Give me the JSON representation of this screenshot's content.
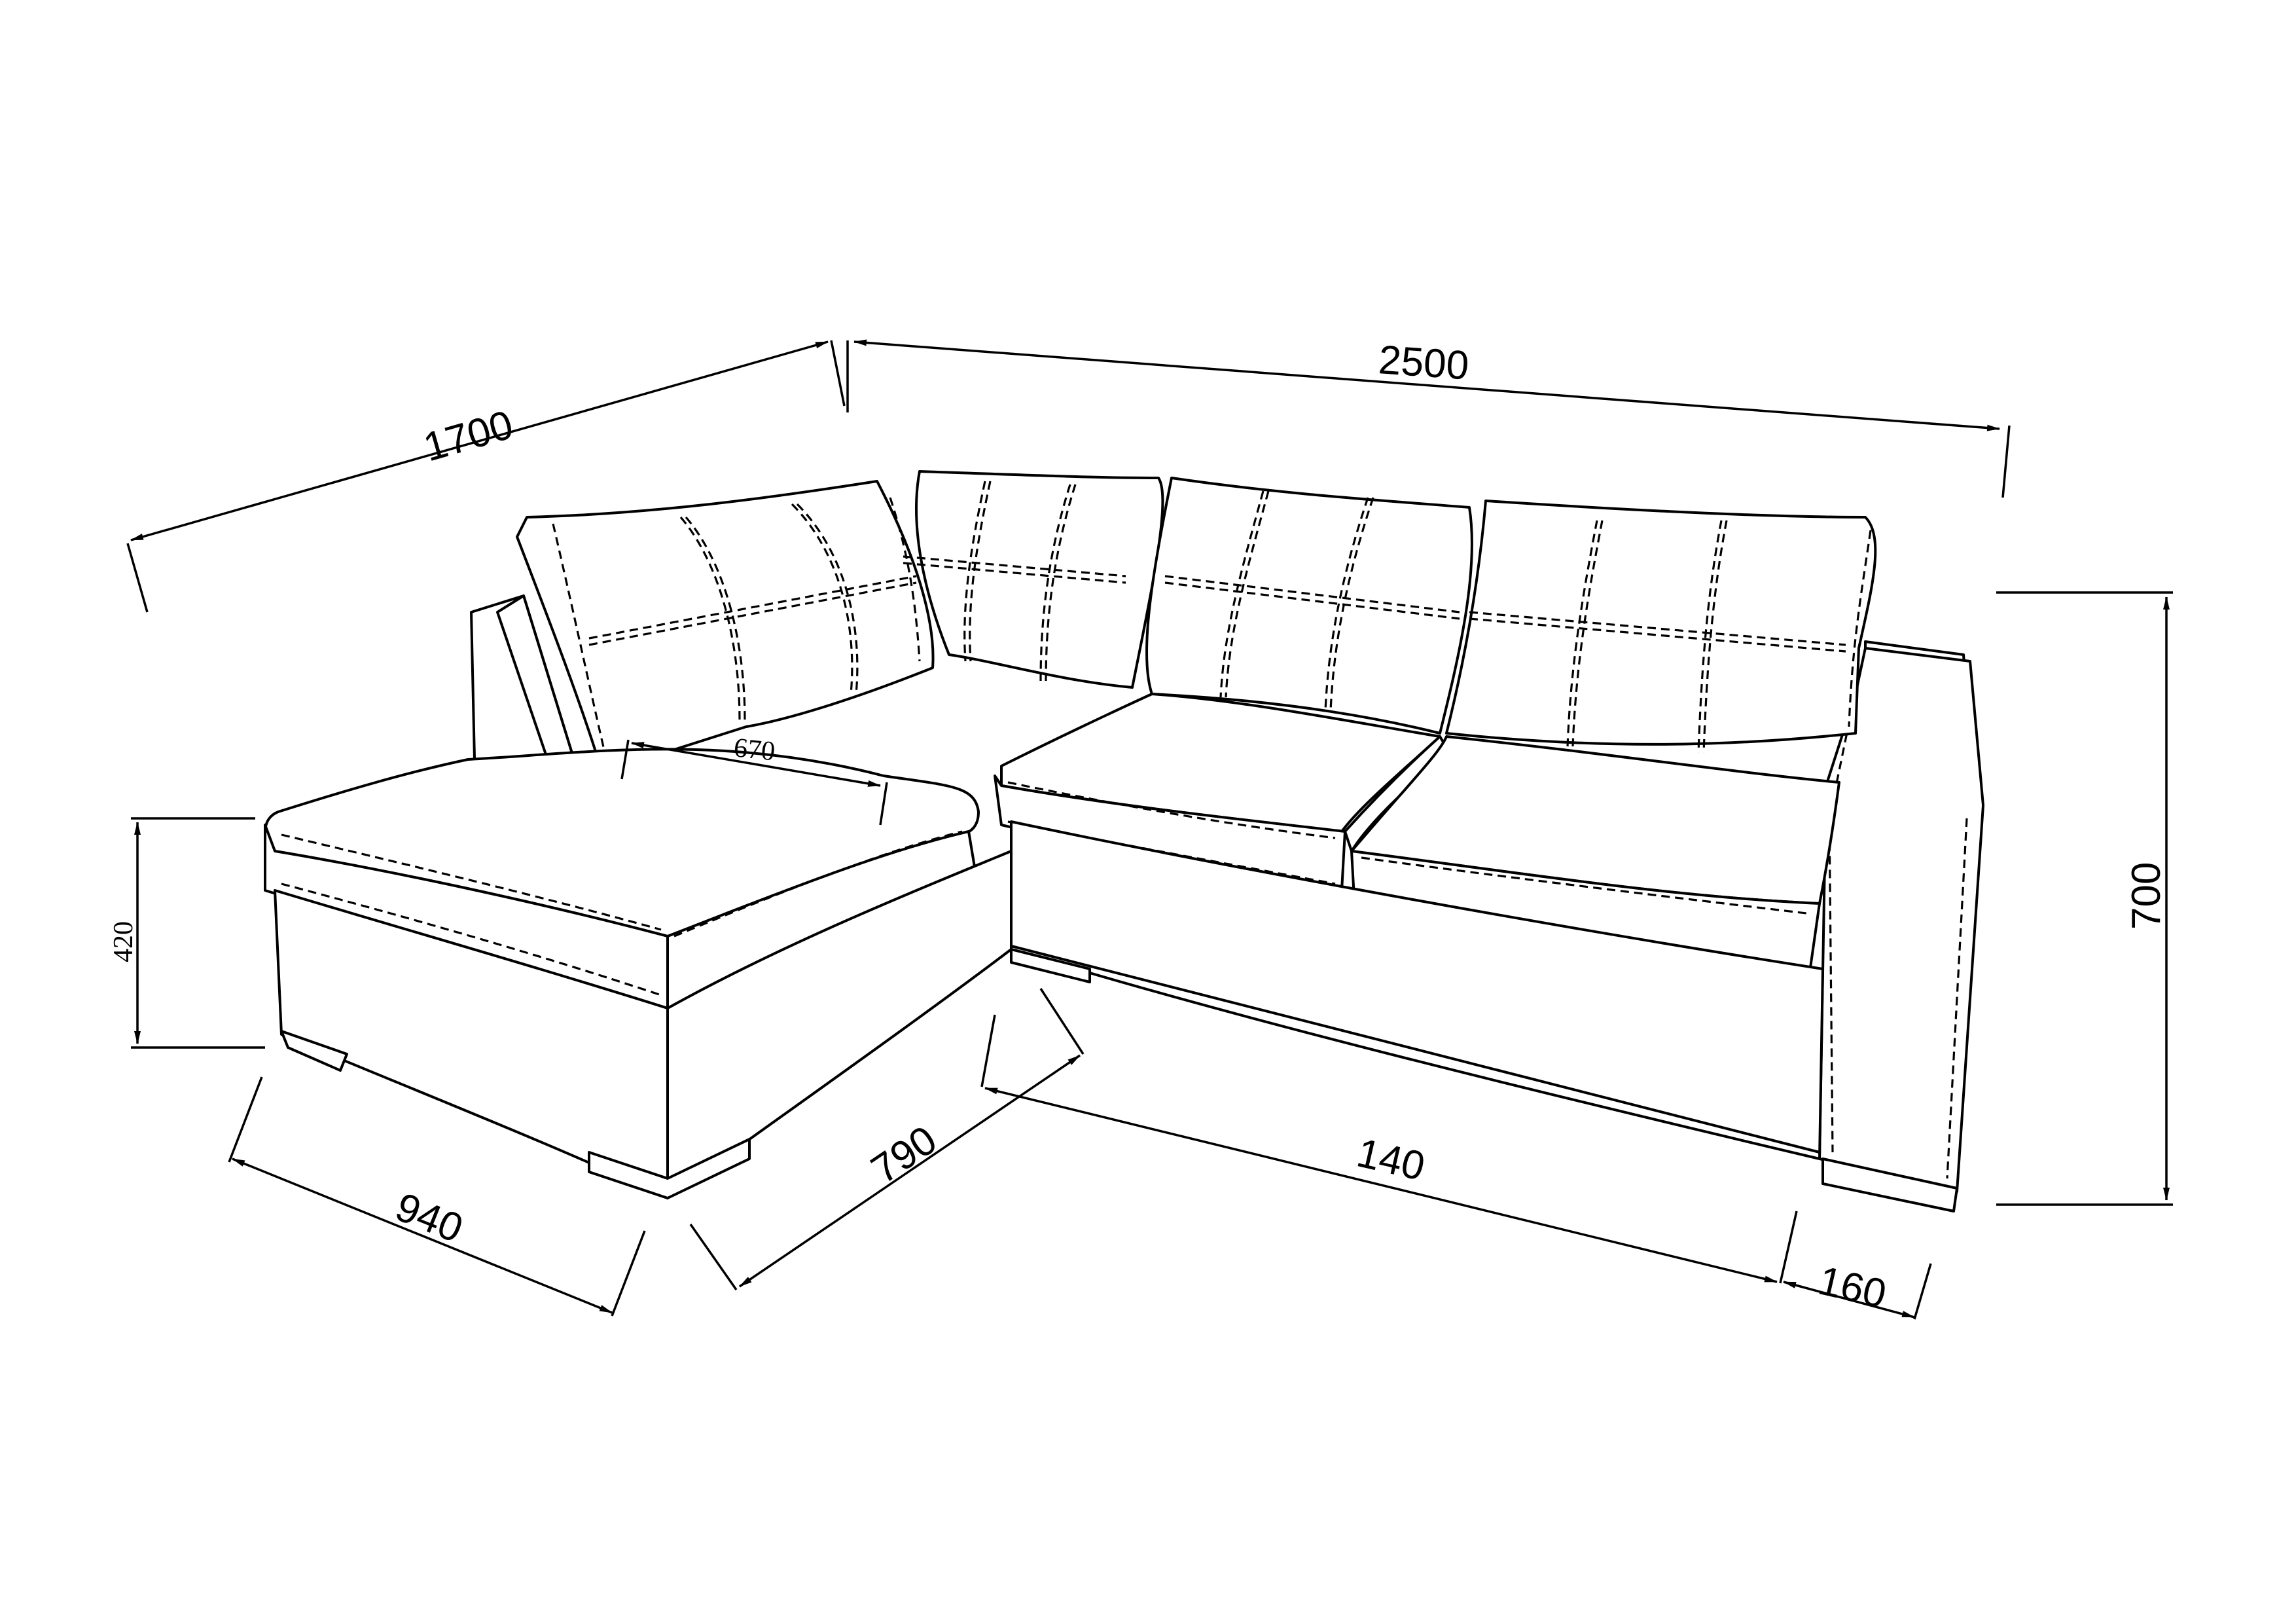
{
  "dimensions": {
    "d1700": "1700",
    "d2500": "2500",
    "d700": "700",
    "d420": "420",
    "d670": "670",
    "d940": "940",
    "d790": "790",
    "d140": "140",
    "d160": "160"
  },
  "colors": {
    "line": "#000000",
    "background": "#ffffff"
  }
}
